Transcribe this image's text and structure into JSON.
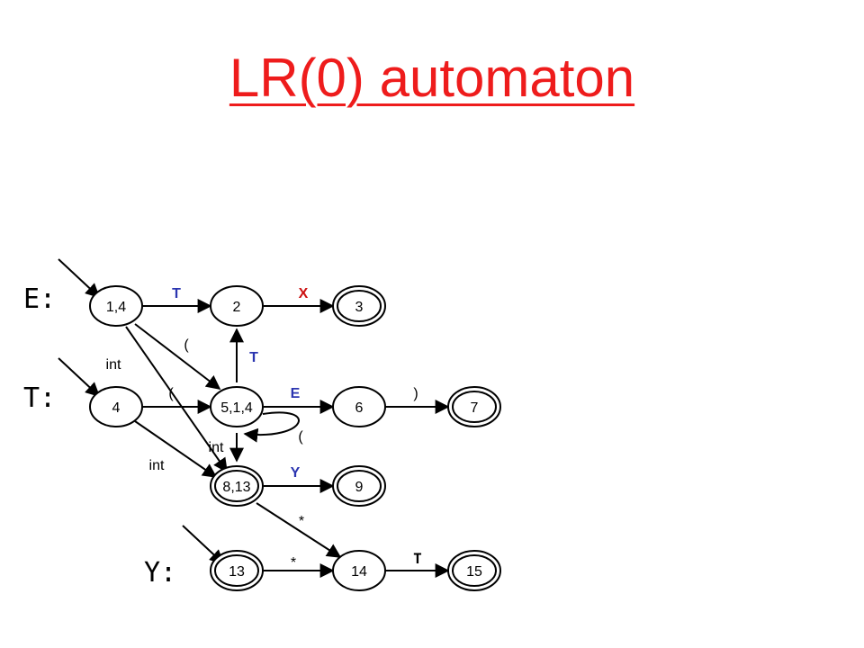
{
  "title": "LR(0) automaton",
  "nonterminals": {
    "E": "E:",
    "T": "T:",
    "Y": "Y:"
  },
  "states": {
    "s14a": "1,4",
    "s2": "2",
    "s3": "3",
    "s4": "4",
    "s514": "5,1,4",
    "s6": "6",
    "s7": "7",
    "s813": "8,13",
    "s9": "9",
    "s13": "13",
    "s14": "14",
    "s15": "15"
  },
  "labels": {
    "T_top": "T",
    "X": "X",
    "paren_diag": "(",
    "T_up": "T",
    "int_left": "int",
    "paren_row": "(",
    "E": "E",
    "close": ")",
    "paren_loop": "(",
    "int_down": "int",
    "int_diag": "int",
    "Y": "Y",
    "star_diag": "*",
    "star_row": "*",
    "T_last": "T"
  },
  "colors": {
    "title": "#ee1c1c",
    "nonterminal_edge": "#2b35b0",
    "X": "#cc1111"
  }
}
